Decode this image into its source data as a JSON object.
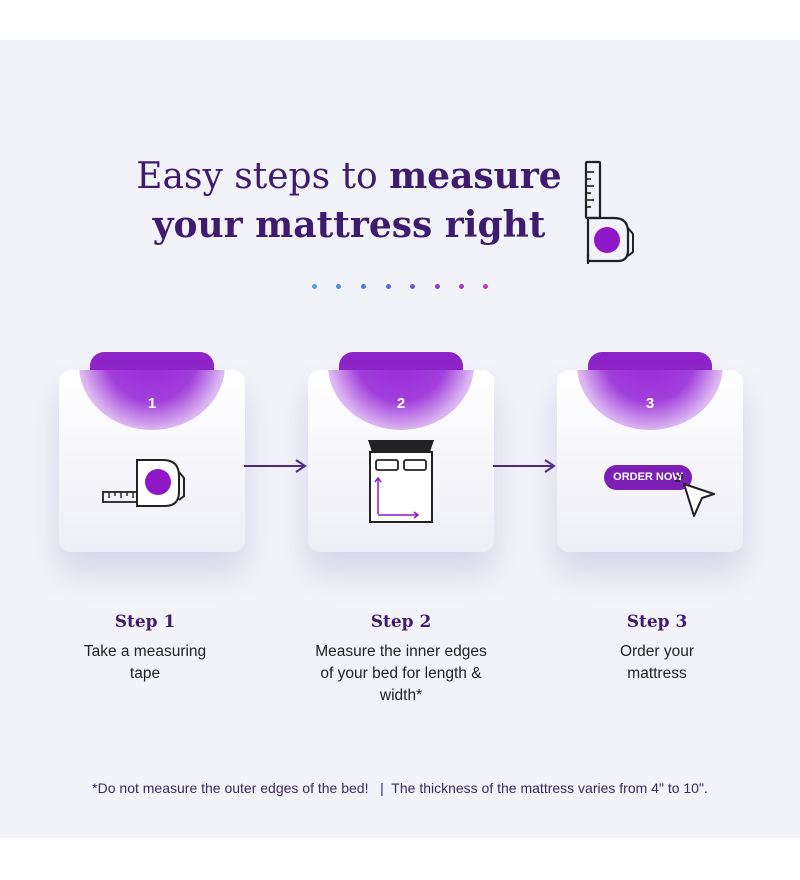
{
  "headline": {
    "line1_light": "Easy steps to ",
    "line1_bold": "measure",
    "line2_bold": "your mattress right"
  },
  "colors": {
    "brand_purple": "#3d1c70",
    "accent_purple": "#8e24c8",
    "dots": [
      "#4fa3e3",
      "#4a90e0",
      "#4f7ddc",
      "#5b68d6",
      "#6d55cf",
      "#8a44c8",
      "#a53ac2",
      "#c23bb8"
    ]
  },
  "steps": [
    {
      "number": "1",
      "title": "Step 1",
      "description": "Take a measuring tape",
      "icon": "measuring-tape-icon"
    },
    {
      "number": "2",
      "title": "Step 2",
      "description": "Measure the inner edges of your bed for length & width*",
      "icon": "bed-measure-icon"
    },
    {
      "number": "3",
      "title": "Step 3",
      "description": "Order your mattress",
      "icon": "cursor-icon",
      "button_label": "ORDER NOW"
    }
  ],
  "footnote": "*Do not measure the outer edges of the bed!   |  The thickness of the mattress varies from 4\" to 10\"."
}
